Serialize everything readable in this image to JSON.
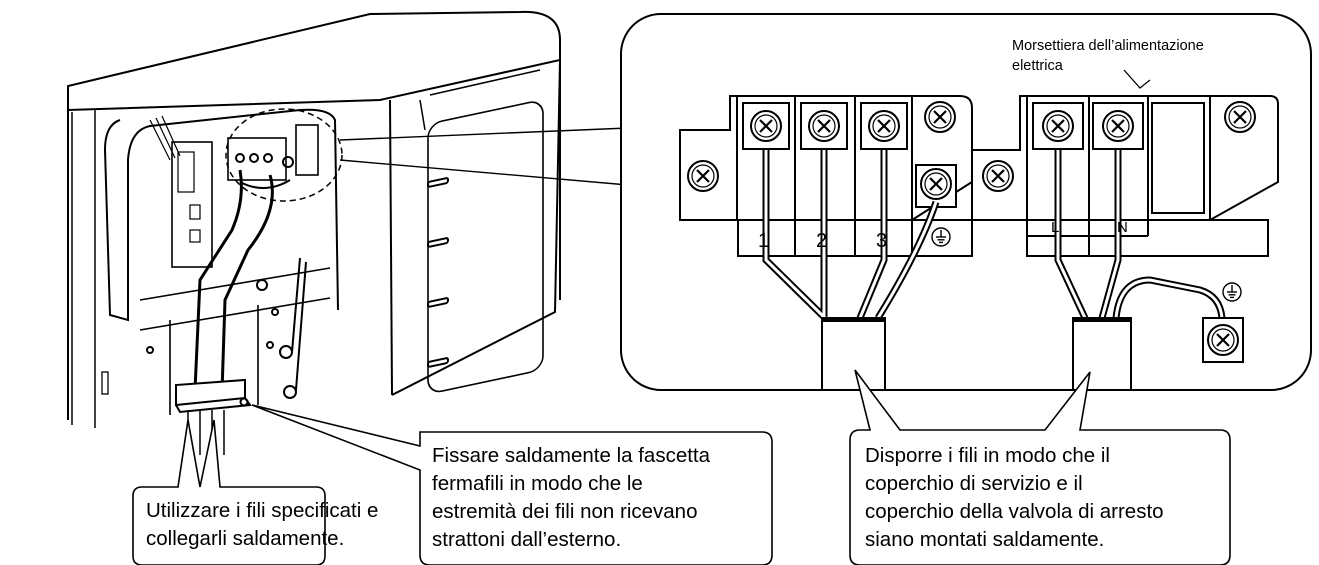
{
  "callouts": {
    "wires": "Utilizzare i fili specificati e\ncollegarli saldamente.",
    "clamp": "Fissare saldamente la fascetta\nfermafili in modo che le\nestremità dei fili non ricevano\nstrattoni dall’esterno.",
    "cover": "Disporre i fili in modo che il\ncoperchio di servizio e il\ncoperchio della valvola di arresto\nsiano montati saldamente."
  },
  "labels": {
    "power_terminal": "Morsettiera dell’alimentazione\nelettrica"
  },
  "terminals": {
    "t1": "1",
    "t2": "2",
    "t3": "3",
    "live": "L",
    "neutral": "N"
  },
  "icons": [
    "screw-icon",
    "earth-ground-icon",
    "cable-clamp"
  ]
}
